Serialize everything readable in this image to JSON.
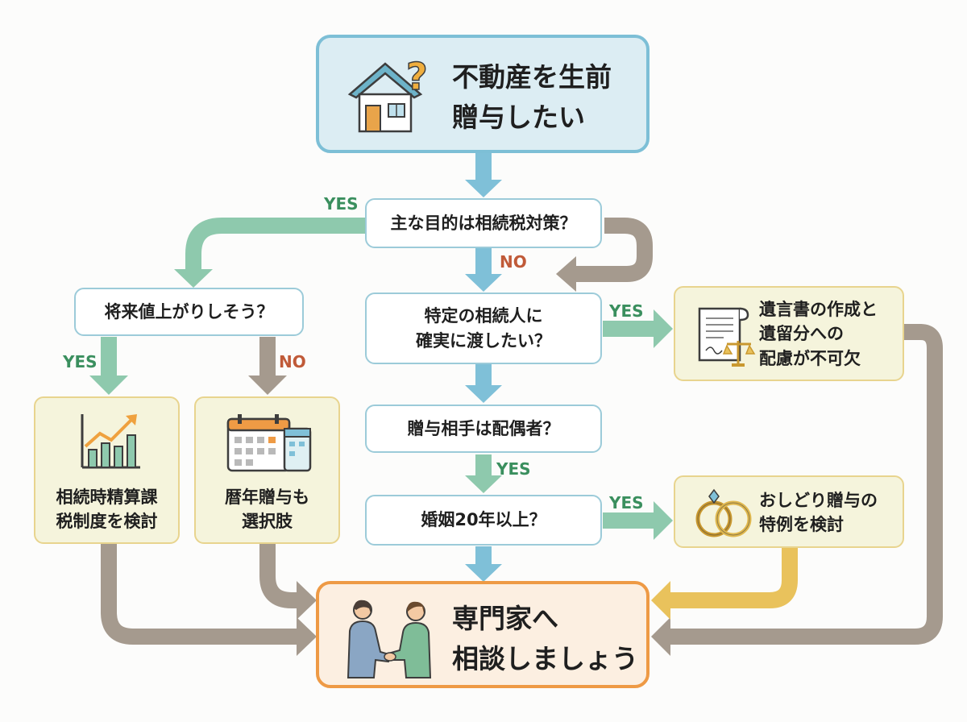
{
  "start": {
    "line1": "不動産を生前",
    "line2": "贈与したい"
  },
  "q1": "主な目的は相続税対策？",
  "q2": "将来値上がりしそう？",
  "q3": {
    "line1": "特定の相続人に",
    "line2": "確実に渡したい？"
  },
  "q4": "贈与相手は配偶者？",
  "q5": "婚姻20年以上？",
  "r_settlement": {
    "line1": "相続時精算課",
    "line2": "税制度を検討"
  },
  "r_annual": {
    "line1": "暦年贈与も",
    "line2": "選択肢"
  },
  "r_will": {
    "line1": "遺言書の作成と",
    "line2": "遺留分への",
    "line3": "配慮が不可欠"
  },
  "r_spouse": {
    "line1": "おしどり贈与の",
    "line2": "特例を検討"
  },
  "end": {
    "line1": "専門家へ",
    "line2": "相談しましょう"
  },
  "labels": {
    "yes": "YES",
    "no": "NO"
  },
  "colors": {
    "teal": "#8ec9ad",
    "gray": "#a59a8e",
    "blue": "#7fc0d8",
    "gold": "#e9c25c",
    "orange": "#ee9a45"
  },
  "icons": [
    "house-question-icon",
    "growth-chart-icon",
    "calendar-icon",
    "will-scales-icon",
    "wedding-rings-icon",
    "handshake-icon"
  ]
}
